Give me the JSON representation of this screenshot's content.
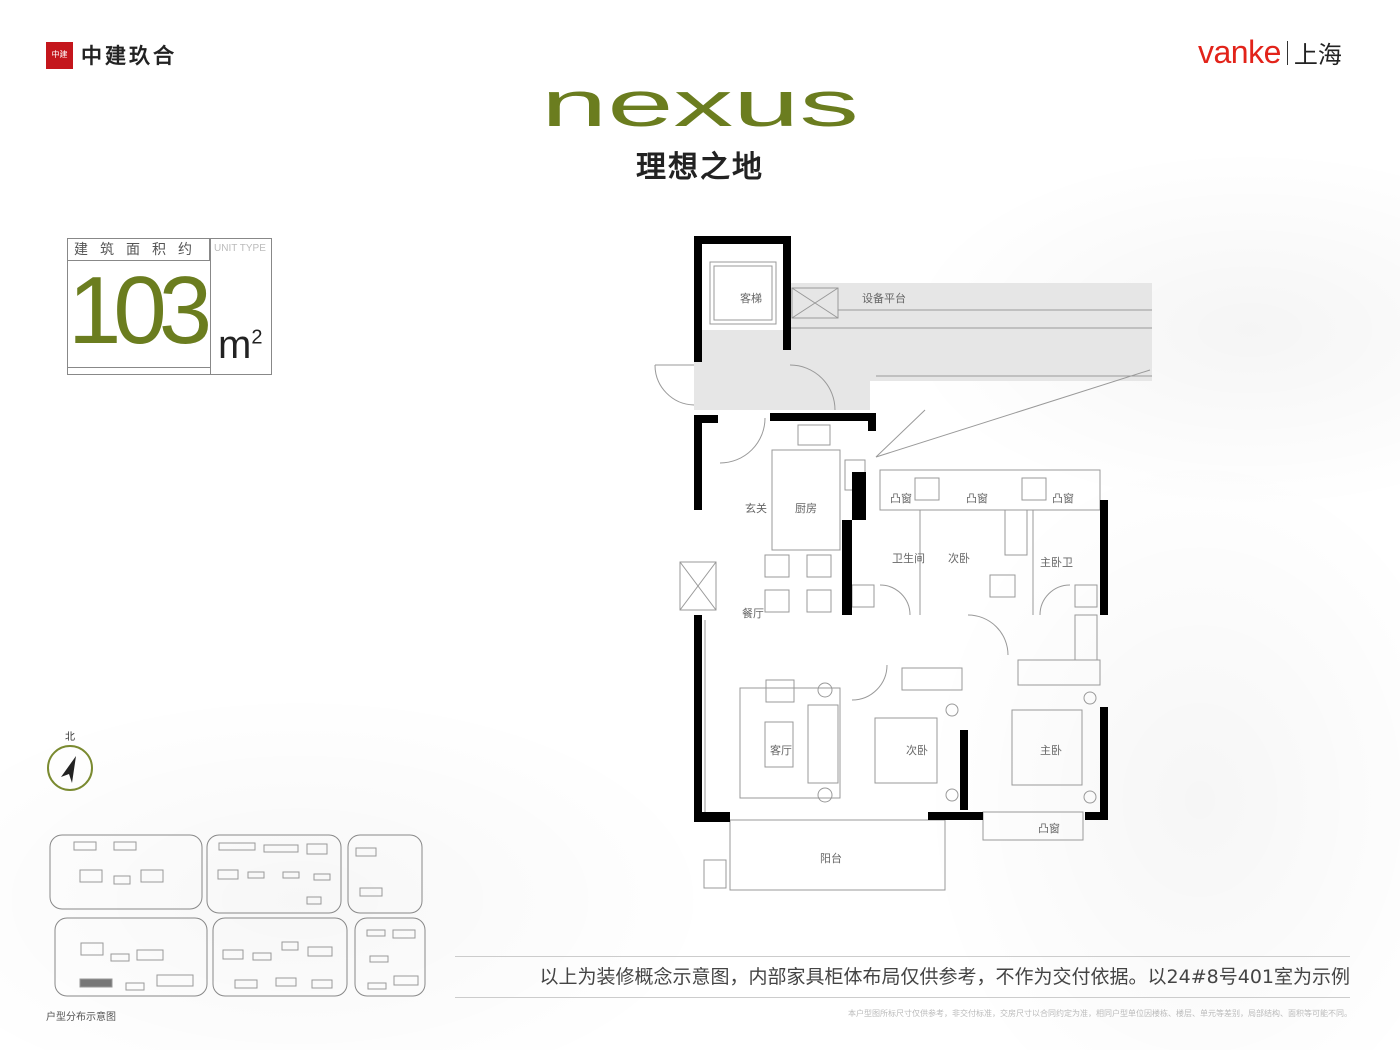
{
  "header": {
    "developer_logo": {
      "seal": "中建",
      "name": "中建玖合"
    },
    "partner_logo": {
      "brand": "vanke",
      "city": "上海"
    },
    "project_title": "nexus",
    "project_subtitle": "理想之地"
  },
  "area_box": {
    "label": "建筑面积约",
    "unit_type_label": "UNIT TYPE",
    "area_value": "103",
    "area_unit": "m",
    "area_unit_sup": "2"
  },
  "compass": {
    "north_label": "北"
  },
  "floor_plan": {
    "rooms": [
      "客梯",
      "设备平台",
      "玄关",
      "厨房",
      "凸窗",
      "凸窗",
      "凸窗",
      "卫生间",
      "次卧",
      "主卧卫",
      "餐厅",
      "客厅",
      "次卧",
      "主卧",
      "凸窗",
      "阳台"
    ]
  },
  "site_map": {
    "caption": "户型分布示意图"
  },
  "disclaimer": "以上为装修概念示意图，内部家具柜体布局仅供参考，不作为交付依据。以24#8号401室为示例",
  "fineprint": "本户型图所标尺寸仅供参考，非交付标准，交房尺寸以合同约定为准，相同户型单位因楼栋、楼层、单元等差别，局部结构、面积等可能不同。",
  "colors": {
    "accent_green": "#6b7d1f",
    "vanke_red": "#e2231a",
    "seal_red": "#c4161c"
  }
}
